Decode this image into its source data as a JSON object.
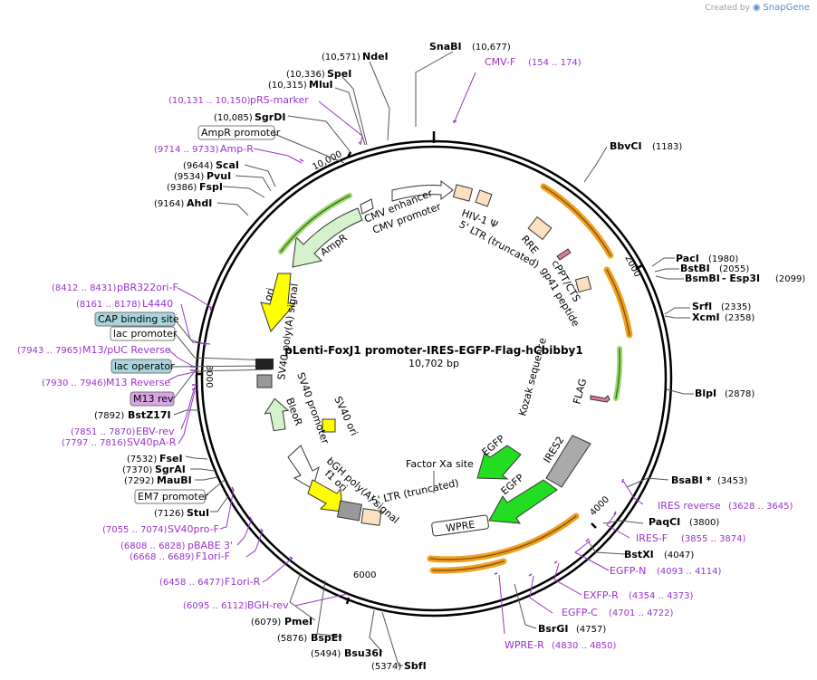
{
  "branding": {
    "created_by": "Created by",
    "product": "SnapGene"
  },
  "plasmid": {
    "name": "pLenti-FoxJ1 promoter-IRES-EGFP-Flag-hCbibby1",
    "size": "10,702 bp"
  },
  "ticks": [
    "10,000",
    "2000",
    "4000",
    "6000",
    "8000"
  ],
  "colors": {
    "primer": "#9933cc",
    "backbone": "#000000",
    "cds": "#d4f2cc",
    "orange_arrow": "#f0a020"
  },
  "enzymes": {
    "SnaBI": {
      "name": "SnaBI",
      "pos": "(10,677)"
    },
    "NdeI": {
      "name": "NdeI",
      "pos": "(10,571)"
    },
    "SpeI": {
      "name": "SpeI",
      "pos": "(10,336)"
    },
    "MluI": {
      "name": "MluI",
      "pos": "(10,315)"
    },
    "SgrDI": {
      "name": "SgrDI",
      "pos": "(10,085)"
    },
    "ScaI": {
      "name": "ScaI",
      "pos": "(9644)"
    },
    "PvuI": {
      "name": "PvuI",
      "pos": "(9534)"
    },
    "FspI": {
      "name": "FspI",
      "pos": "(9386)"
    },
    "AhdI": {
      "name": "AhdI",
      "pos": "(9164)"
    },
    "BstZ17I": {
      "name": "BstZ17I",
      "pos": "(7892)"
    },
    "FseI": {
      "name": "FseI",
      "pos": "(7532)"
    },
    "SgrAI": {
      "name": "SgrAI",
      "pos": "(7370)"
    },
    "MauBI": {
      "name": "MauBI",
      "pos": "(7292)"
    },
    "StuI": {
      "name": "StuI",
      "pos": "(7126)"
    },
    "PmeI": {
      "name": "PmeI",
      "pos": "(6079)"
    },
    "BspEI": {
      "name": "BspEI",
      "pos": "(5876)"
    },
    "Bsu36I": {
      "name": "Bsu36I",
      "pos": "(5494)"
    },
    "SbfI": {
      "name": "SbfI",
      "pos": "(5374)"
    },
    "BbvCI": {
      "name": "BbvCI",
      "pos": "(1183)"
    },
    "PacI": {
      "name": "PacI",
      "pos": "(1980)"
    },
    "BstBI": {
      "name": "BstBI",
      "pos": "(2055)"
    },
    "BsmBI": {
      "name": "BsmBI",
      "name2": "- Esp3I",
      "pos": "(2099)"
    },
    "SrfI": {
      "name": "SrfI",
      "pos": "(2335)"
    },
    "XcmI": {
      "name": "XcmI",
      "pos": "(2358)"
    },
    "BlpI": {
      "name": "BlpI",
      "pos": "(2878)"
    },
    "BsaBI": {
      "name": "BsaBI *",
      "pos": "(3453)"
    },
    "PaqCI": {
      "name": "PaqCI",
      "pos": "(3800)"
    },
    "BstXI": {
      "name": "BstXI",
      "pos": "(4047)"
    },
    "BsrGI": {
      "name": "BsrGI",
      "pos": "(4757)"
    }
  },
  "primers": {
    "CMV_F": {
      "name": "CMV-F",
      "range": "(154 .. 174)"
    },
    "pRS_marker": {
      "name": "pRS-marker",
      "range": "(10,131 .. 10,150)"
    },
    "Amp_R": {
      "name": "Amp-R",
      "range": "(9714 .. 9733)"
    },
    "pBR322ori_F": {
      "name": "pBR322ori-F",
      "range": "(8412 .. 8431)"
    },
    "L4440": {
      "name": "L4440",
      "range": "(8161 .. 8178)"
    },
    "M13_pUC_Reverse": {
      "name": "M13/pUC Reverse",
      "range": "(7943 .. 7965)"
    },
    "M13_Reverse": {
      "name": "M13 Reverse",
      "range": "(7930 .. 7946)"
    },
    "EBV_rev": {
      "name": "EBV-rev",
      "range": "(7851 .. 7870)"
    },
    "SV40pA_R": {
      "name": "SV40pA-R",
      "range": "(7797 .. 7816)"
    },
    "SV40pro_F": {
      "name": "SV40pro-F",
      "range": "(7055 .. 7074)"
    },
    "pBABE_3": {
      "name": "pBABE 3'",
      "range": "(6808 .. 6828)"
    },
    "F1ori_F": {
      "name": "F1ori-F",
      "range": "(6668 .. 6689)"
    },
    "F1ori_R": {
      "name": "F1ori-R",
      "range": "(6458 .. 6477)"
    },
    "BGH_rev": {
      "name": "BGH-rev",
      "range": "(6095 .. 6112)"
    },
    "IRES_reverse": {
      "name": "IRES reverse",
      "range": "(3628 .. 3645)"
    },
    "IRES_F": {
      "name": "IRES-F",
      "range": "(3855 .. 3874)"
    },
    "EGFP_N": {
      "name": "EGFP-N",
      "range": "(4093 .. 4114)"
    },
    "EXFP_R": {
      "name": "EXFP-R",
      "range": "(4354 .. 4373)"
    },
    "EGFP_C": {
      "name": "EGFP-C",
      "range": "(4701 .. 4722)"
    },
    "WPRE_R": {
      "name": "WPRE-R",
      "range": "(4830 .. 4850)"
    }
  },
  "boxed_features": {
    "AmpR_promoter": "AmpR promoter",
    "CAP_binding_site": "CAP binding site",
    "lac_promoter": "lac promoter",
    "lac_operator": "lac operator",
    "M13_rev": "M13 rev",
    "EM7_promoter": "EM7 promoter",
    "WPRE": "WPRE"
  },
  "features": {
    "CMV_enhancer": "CMV enhancer",
    "CMV_promoter": "CMV promoter",
    "HIV_psi": "HIV-1 Ψ",
    "LTR5_top": "5' LTR (truncated)",
    "RRE": "RRE",
    "cPPT_CTS": "cPPT/CTS",
    "gp41": "gp41 peptide",
    "AmpR": "AmpR",
    "ori": "ori",
    "SV40_polyA": "SV40 poly(A) signal",
    "SV40_promoter": "SV40 promoter",
    "SV40_ori": "SV40 ori",
    "BleoR": "BleoR",
    "bGH_polyA": "bGH poly(A) signal",
    "f1_ori": "f1 ori",
    "LTR5_bottom": "5' LTR (truncated)",
    "Kozak": "Kozak sequence",
    "FLAG": "FLAG",
    "IRES2": "IRES2",
    "EGFP_1": "EGFP",
    "EGFP_2": "EGFP",
    "Factor_Xa": "Factor Xa site"
  }
}
